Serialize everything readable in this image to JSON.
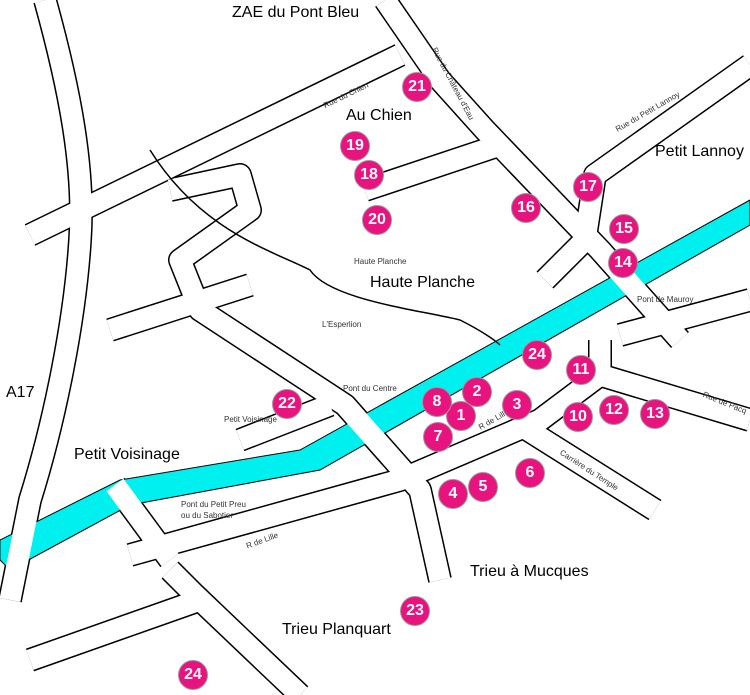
{
  "areas": {
    "zae": "ZAE du Pont Bleu",
    "au_chien": "Au Chien",
    "petit_lannoy": "Petit Lannoy",
    "haute_planche": "Haute Planche",
    "a17": "A17",
    "petit_voisinage": "Petit Voisinage",
    "trieu_mucques": "Trieu à Mucques",
    "trieu_planquart": "Trieu Planquart"
  },
  "streets": {
    "rue_chien": "Rue du Chien",
    "rue_chateau": "Rue du Château d'Eau",
    "rue_lannoy": "Rue du Petit Lannoy",
    "haute_planche_small": "Haute Planche",
    "esperlion": "L'Esperlion",
    "pont_mauroy": "Pont de Mauroy",
    "pont_centre": "Pont du Centre",
    "petit_voisinage_small": "Petit Voisinage",
    "rue_pacq": "Rue de Pacq",
    "r_lille_1": "R de Lille",
    "r_lille_2": "R de Lille",
    "carriere": "Carrière du Temple",
    "pont_petit_preu_1": "Pont du Petit Preu",
    "pont_petit_preu_2": "ou du Sabotier"
  },
  "markers": [
    "1",
    "2",
    "3",
    "4",
    "5",
    "6",
    "7",
    "8",
    "10",
    "11",
    "12",
    "13",
    "14",
    "15",
    "16",
    "17",
    "18",
    "19",
    "20",
    "21",
    "22",
    "23",
    "24",
    "24"
  ],
  "colors": {
    "marker": "#e8137f",
    "canal": "#00f0f0"
  }
}
